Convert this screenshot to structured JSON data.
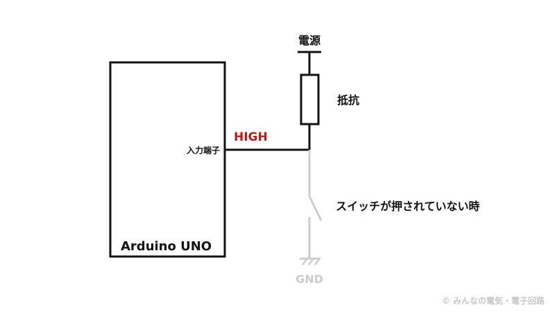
{
  "labels": {
    "power": "電源",
    "resistor": "抵抗",
    "high": "HIGH",
    "input_pin": "入力端子",
    "board": "Arduino  UNO",
    "switch_state": "スイッチが押されていない時",
    "gnd": "GND",
    "copyright": "©  みんなの電気・電子回路"
  },
  "colors": {
    "wire": "#111111",
    "inactive": "#cccccc",
    "high": "#c0190f",
    "text": "#111111",
    "copyright": "#c8c8c8"
  }
}
